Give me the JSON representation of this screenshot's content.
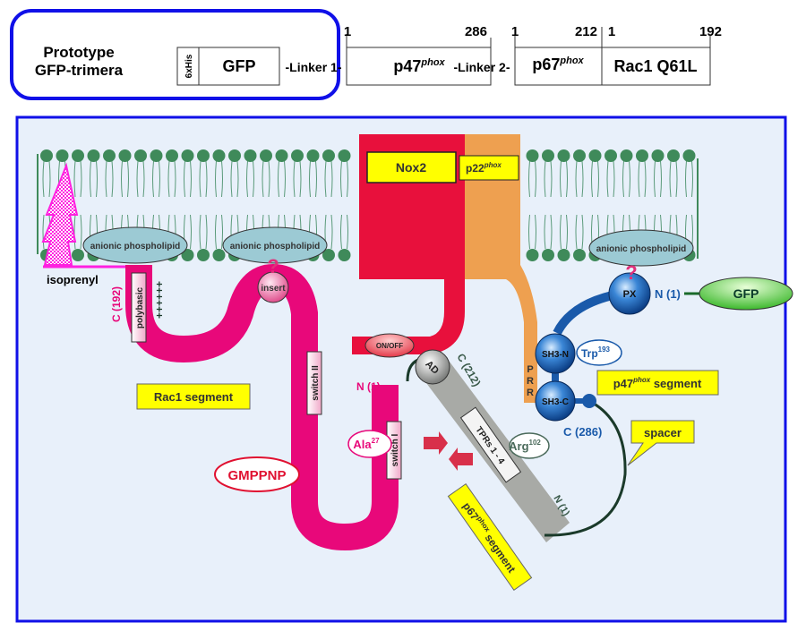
{
  "construct": {
    "title_line1": "Prototype",
    "title_line2": "GFP-trimera",
    "his_tag": "6xHis",
    "gfp": "GFP",
    "linker1": "-Linker 1-",
    "linker2": "-Linker 2-",
    "p47": {
      "name": "p47",
      "sup": "phox",
      "start": "1",
      "end": "286"
    },
    "p67": {
      "name": "p67",
      "sup": "phox",
      "start": "1",
      "end": "212"
    },
    "rac1": {
      "name": "Rac1 Q61L",
      "start": "1",
      "end": "192"
    }
  },
  "diagram": {
    "nox2": "Nox2",
    "p22": {
      "name": "p22",
      "sup": "phox"
    },
    "anionic1": "anionic phospholipid",
    "anionic2": "anionic phospholipid",
    "anionic3": "anionic phospholipid",
    "isoprenyl": "isoprenyl",
    "rac_c": "C (192)",
    "polybasic": "polybasic",
    "plus": "++++++",
    "question": "?",
    "insert": "insert",
    "switch2": "switch II",
    "switch1": "switch I",
    "rac_segment": "Rac1 segment",
    "rac_n": "N (1)",
    "ala": "Ala",
    "ala_sup": "27",
    "gmppnp": "GMPPNP",
    "onoff": "ON/OFF",
    "ad": "AD",
    "p67_c": "C (212)",
    "tprs": "TPRs 1 - 4",
    "arg": "Arg",
    "arg_sup": "102",
    "p67_n": "N (1)",
    "p67_segment": {
      "name": "p67",
      "sup": "phox",
      "rest": " segment"
    },
    "prr": [
      "P",
      "R",
      "R"
    ],
    "px": "PX",
    "p47_n": "N (1)",
    "gfp": "GFP",
    "sh3n": "SH3-N",
    "trp": "Trp",
    "trp_sup": "193",
    "sh3c": "SH3-C",
    "p47_c": "C (286)",
    "p47_segment": {
      "name": "p47",
      "sup": "phox",
      "rest": " segment"
    },
    "spacer": "spacer"
  },
  "colors": {
    "frame_blue": "#1010e8",
    "rac_pink": "#e8087a",
    "nox_red": "#e8103c",
    "p22_orange": "#eea050",
    "label_yellow": "#ffff00",
    "membrane_green": "#3f8a5a",
    "p47_blue": "#1a5aaa",
    "gfp_green": "#5cc83c",
    "p67_gray": "#a8aaa6"
  }
}
